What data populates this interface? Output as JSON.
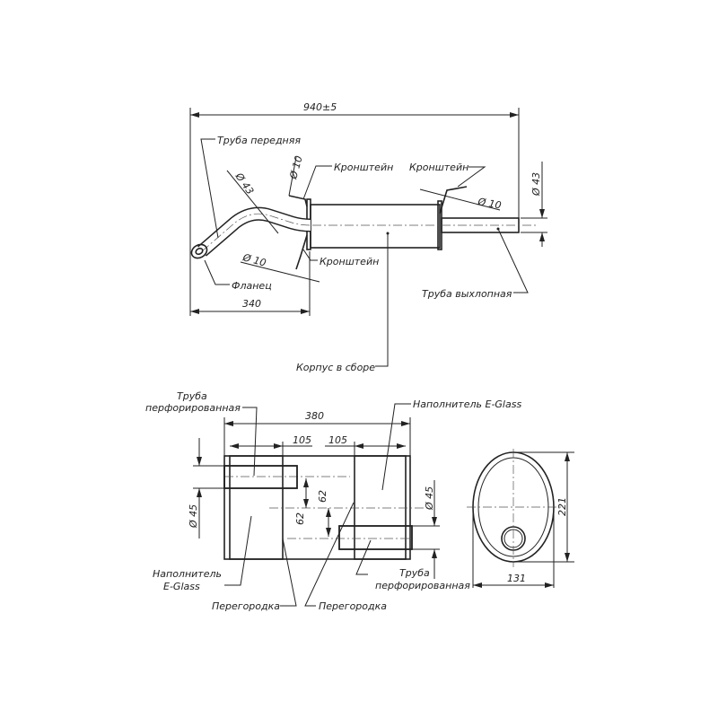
{
  "top_view": {
    "overall_length": "940±5",
    "front_length": "340",
    "pipe_diameter_right": "Ø 43",
    "pipe_diameter_front": "Ø 43",
    "bracket_diameter_1": "Ø 10",
    "bracket_diameter_2": "Ø 10",
    "bracket_diameter_3": "Ø 10",
    "labels": {
      "front_pipe": "Труба передняя",
      "bracket_top_left": "Кронштейн",
      "bracket_top_right": "Кронштейн",
      "bracket_bottom": "Кронштейн",
      "flange": "Фланец",
      "exhaust_pipe": "Труба выхлопная",
      "body": "Корпус в сборе"
    }
  },
  "section_view": {
    "length": "380",
    "chamber_left": "105",
    "chamber_right": "105",
    "offset_1": "62",
    "offset_2": "62",
    "inlet_diameter": "Ø 45",
    "outlet_diameter": "Ø 45",
    "labels": {
      "perf_pipe_top_1": "Труба",
      "perf_pipe_top_2": "перфорированная",
      "filler_top": "Наполнитель E-Glass",
      "filler_left_1": "Наполнитель",
      "filler_left_2": "E-Glass",
      "baffle_1": "Перегородка",
      "baffle_2": "Перегородка",
      "perf_pipe_bottom_1": "Труба",
      "perf_pipe_bottom_2": "перфорированная"
    }
  },
  "end_view": {
    "height": "221",
    "width": "131"
  }
}
